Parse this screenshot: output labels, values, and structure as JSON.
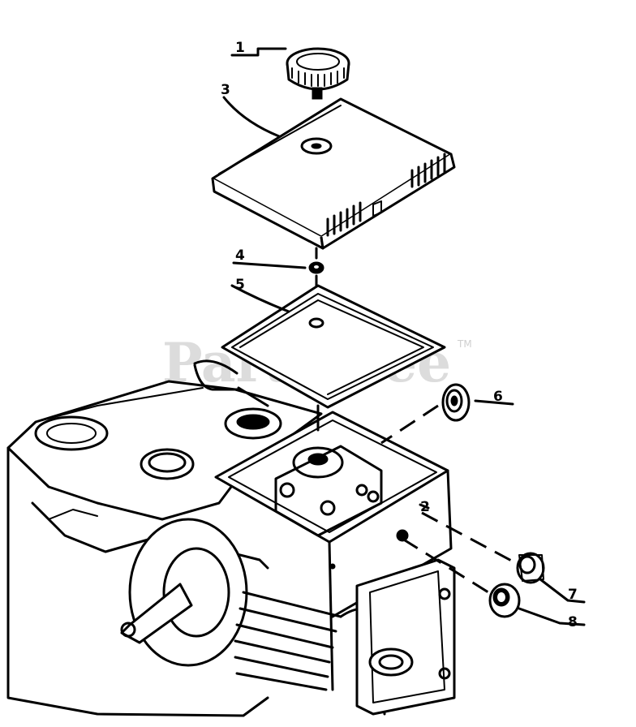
{
  "callouts": [
    {
      "id": "1",
      "label": "1"
    },
    {
      "id": "3",
      "label": "3"
    },
    {
      "id": "4",
      "label": "4"
    },
    {
      "id": "5",
      "label": "5"
    },
    {
      "id": "6",
      "label": "6"
    },
    {
      "id": "7",
      "label": "7"
    },
    {
      "id": "8",
      "label": "8"
    },
    {
      "id": "2",
      "label": "2"
    }
  ],
  "watermark": {
    "text": "PartsTree",
    "trademark": "TM"
  }
}
